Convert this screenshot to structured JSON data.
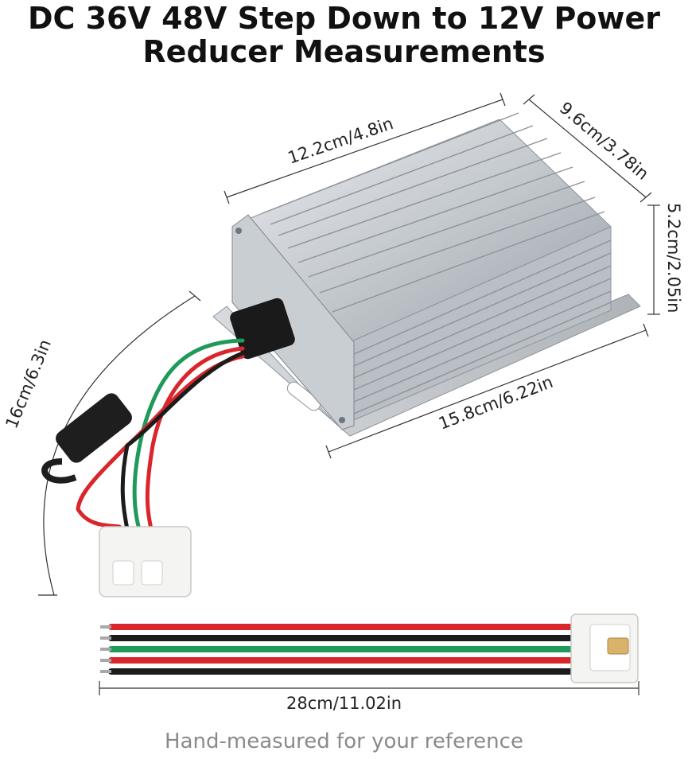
{
  "title": {
    "line1": "DC 36V 48V Step Down to 12V Power",
    "line2": "Reducer Measurements"
  },
  "dimensions": {
    "top_length": "12.2cm/4.8in",
    "depth": "9.6cm/3.78in",
    "height": "5.2cm/2.05in",
    "base_length": "15.8cm/6.22in",
    "lead_length": "16cm/6.3in",
    "cable_length": "28cm/11.02in"
  },
  "footnote": "Hand-measured for your reference",
  "colors": {
    "wire_red": "#d9262c",
    "wire_black": "#1c1c1c",
    "wire_green": "#1f9a5a",
    "housing": "#c9ced3",
    "connector": "#f4f4f2"
  }
}
